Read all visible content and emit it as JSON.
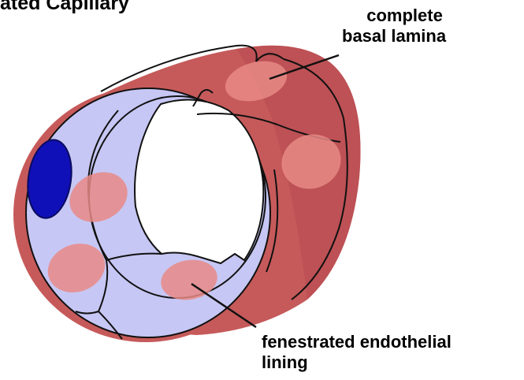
{
  "title": "ated Capillary",
  "labels": {
    "basal_lamina": [
      "complete",
      "basal lamina"
    ],
    "fenestrated_lining": [
      "fenestrated endothelial",
      "lining"
    ]
  },
  "colors": {
    "outer_wall": "#c65a5a",
    "outer_wall_dark": "#b84b52",
    "cross_section": "#c7c7f5",
    "cell_patch": "#e88a86",
    "nucleus": "#1010b8",
    "outline": "#111111"
  }
}
